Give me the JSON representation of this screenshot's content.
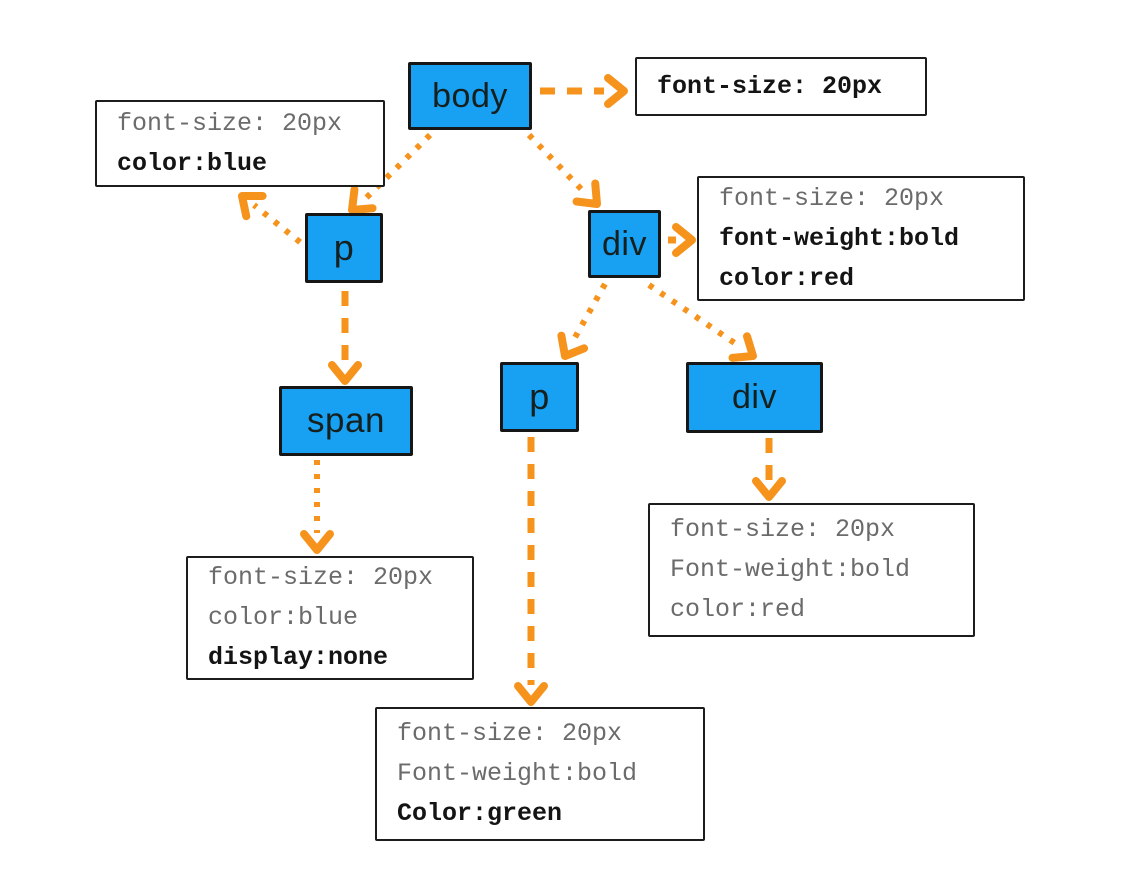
{
  "diagram": {
    "type": "css-inheritance-dom-tree",
    "colors": {
      "background": "#ffffff",
      "node_fill": "#18a0f2",
      "node_border": "#161616",
      "arrow_orange": "#f6931d",
      "rule_border": "#1c1c1c",
      "muted_text": "#6b6b6b",
      "strong_text": "#141414"
    },
    "nodes": [
      {
        "id": "body",
        "label": "body"
      },
      {
        "id": "p1",
        "label": "p"
      },
      {
        "id": "div1",
        "label": "div"
      },
      {
        "id": "span1",
        "label": "span"
      },
      {
        "id": "p2",
        "label": "p"
      },
      {
        "id": "div2",
        "label": "div"
      }
    ],
    "rules": [
      {
        "id": "rule-body",
        "attached_to": "body",
        "lines": [
          {
            "text": "font-size: 20px",
            "style": "strong"
          }
        ]
      },
      {
        "id": "rule-p1",
        "attached_to": "p1",
        "lines": [
          {
            "text": "font-size: 20px",
            "style": "muted"
          },
          {
            "text": "color:blue",
            "style": "strong"
          }
        ]
      },
      {
        "id": "rule-div1",
        "attached_to": "div1",
        "lines": [
          {
            "text": "font-size: 20px",
            "style": "muted"
          },
          {
            "text": "font-weight:bold",
            "style": "strong"
          },
          {
            "text": "color:red",
            "style": "strong"
          }
        ]
      },
      {
        "id": "rule-span1",
        "attached_to": "span1",
        "lines": [
          {
            "text": "font-size: 20px",
            "style": "muted"
          },
          {
            "text": "color:blue",
            "style": "muted"
          },
          {
            "text": "display:none",
            "style": "strong"
          }
        ]
      },
      {
        "id": "rule-div2",
        "attached_to": "div2",
        "lines": [
          {
            "text": "font-size: 20px",
            "style": "muted"
          },
          {
            "text": "Font-weight:bold",
            "style": "muted"
          },
          {
            "text": "color:red",
            "style": "muted"
          }
        ]
      },
      {
        "id": "rule-p2",
        "attached_to": "p2",
        "lines": [
          {
            "text": "font-size: 20px",
            "style": "muted"
          },
          {
            "text": "Font-weight:bold",
            "style": "muted"
          },
          {
            "text": "Color:green",
            "style": "strong"
          }
        ]
      }
    ],
    "edges": [
      {
        "from": "body",
        "to": "rule-body",
        "line": "dashed"
      },
      {
        "from": "body",
        "to": "p1",
        "line": "dotted"
      },
      {
        "from": "body",
        "to": "div1",
        "line": "dotted"
      },
      {
        "from": "p1",
        "to": "rule-p1",
        "line": "dotted"
      },
      {
        "from": "p1",
        "to": "span1",
        "line": "dashed"
      },
      {
        "from": "div1",
        "to": "rule-div1",
        "line": "arrowhead-only"
      },
      {
        "from": "div1",
        "to": "p2",
        "line": "dotted"
      },
      {
        "from": "div1",
        "to": "div2",
        "line": "dotted"
      },
      {
        "from": "span1",
        "to": "rule-span1",
        "line": "dotted"
      },
      {
        "from": "p2",
        "to": "rule-p2",
        "line": "dashed"
      },
      {
        "from": "div2",
        "to": "rule-div2",
        "line": "dashed"
      }
    ]
  }
}
